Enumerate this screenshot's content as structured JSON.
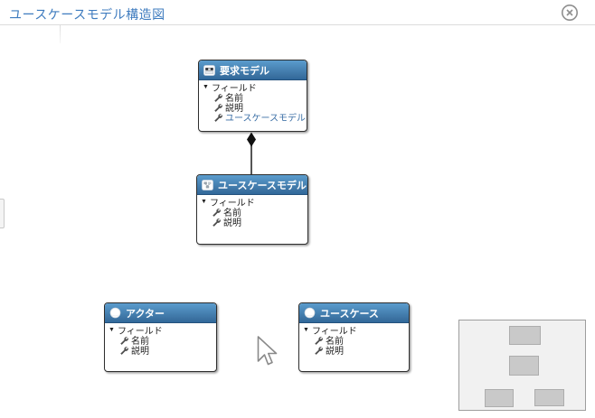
{
  "header": {
    "title": "ユースケースモデル構造図"
  },
  "icons": {
    "expander": "▼",
    "close": "circle-x-icon",
    "field": "wrench-icon"
  },
  "colors": {
    "title_text": "#3f7cbf",
    "node_header_top": "#5b9ccd",
    "node_header_bottom": "#2f689c",
    "node_border": "#2e2e2e",
    "link_text": "#3a6ea5",
    "connector": "#555555",
    "minimap_bg": "#f1f1f1",
    "minimap_rect": "#c9c9c9"
  },
  "nodes": [
    {
      "title": "要求モデル",
      "icon": "model-window-icon",
      "group_label": "フィールド",
      "fields": [
        "名前",
        "説明",
        "ユースケースモデル"
      ]
    },
    {
      "title": "ユースケースモデル",
      "icon": "diagram-icon",
      "group_label": "フィールド",
      "fields": [
        "名前",
        "説明"
      ]
    },
    {
      "title": "アクター",
      "icon": "circle-icon",
      "group_label": "フィールド",
      "fields": [
        "名前",
        "説明"
      ]
    },
    {
      "title": "ユースケース",
      "icon": "circle-icon",
      "group_label": "フィールド",
      "fields": [
        "名前",
        "説明"
      ]
    }
  ],
  "connector": {
    "type": "composition",
    "marker": "filled-diamond"
  },
  "minimap": {
    "rects": 4
  }
}
